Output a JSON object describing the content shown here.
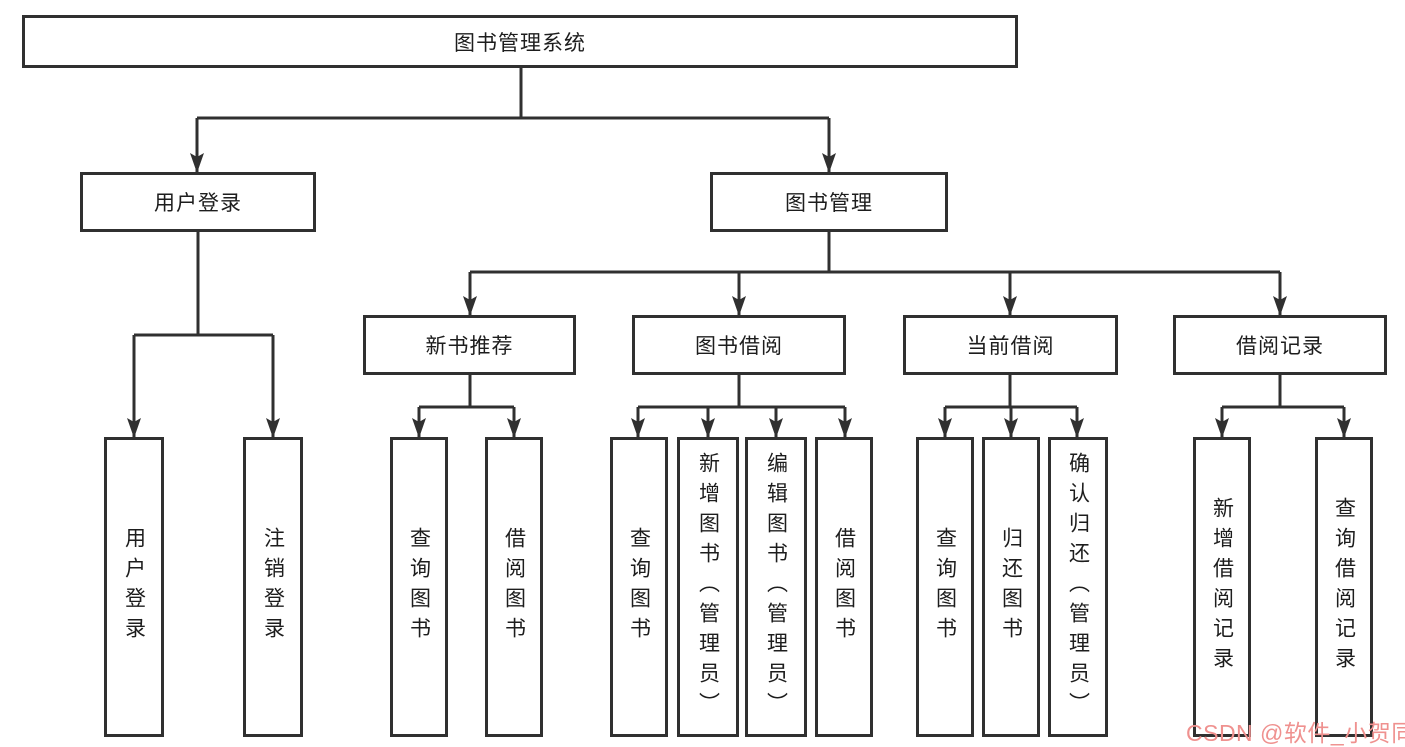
{
  "tree": {
    "root": {
      "label": "图书管理系统"
    },
    "login": {
      "label": "用户登录",
      "children": [
        {
          "label": "用户登录"
        },
        {
          "label": "注销登录"
        }
      ]
    },
    "management": {
      "label": "图书管理",
      "groups": [
        {
          "label": "新书推荐",
          "children": [
            {
              "label": "查询图书"
            },
            {
              "label": "借阅图书"
            }
          ]
        },
        {
          "label": "图书借阅",
          "children": [
            {
              "label": "查询图书"
            },
            {
              "label": "新增图书（管理员）"
            },
            {
              "label": "编辑图书（管理员）"
            },
            {
              "label": "借阅图书"
            }
          ]
        },
        {
          "label": "当前借阅",
          "children": [
            {
              "label": "查询图书"
            },
            {
              "label": "归还图书"
            },
            {
              "label": "确认归还（管理员）"
            }
          ]
        },
        {
          "label": "借阅记录",
          "children": [
            {
              "label": "新增借阅记录"
            },
            {
              "label": "查询借阅记录"
            }
          ]
        }
      ]
    }
  },
  "watermark": {
    "text": "CSDN @软件_小贺同学"
  },
  "colors": {
    "line": "#303030",
    "box_border": "#303030",
    "text": "#1d1d1d",
    "watermark": "#ef918f"
  }
}
